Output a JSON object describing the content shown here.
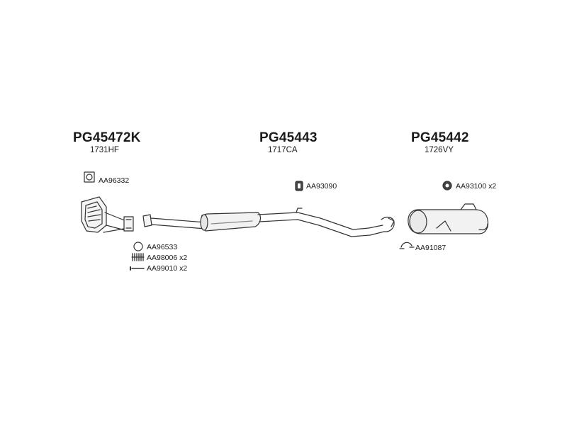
{
  "groups": [
    {
      "code": "PG45472K",
      "ref": "1731HF"
    },
    {
      "code": "PG45443",
      "ref": "1717CA"
    },
    {
      "code": "PG45442",
      "ref": "1726VY"
    }
  ],
  "accessories": [
    {
      "label": "AA96332",
      "icon": "gasket-square-icon"
    },
    {
      "label": "AA96533",
      "icon": "ring-gasket-icon"
    },
    {
      "label": "AA98006 x2",
      "icon": "spring-icon"
    },
    {
      "label": "AA99010 x2",
      "icon": "bolt-icon"
    },
    {
      "label": "AA93090",
      "icon": "rubber-mount-icon"
    },
    {
      "label": "AA93100 x2",
      "icon": "rubber-ring-icon"
    },
    {
      "label": "AA91087",
      "icon": "clamp-icon"
    }
  ]
}
